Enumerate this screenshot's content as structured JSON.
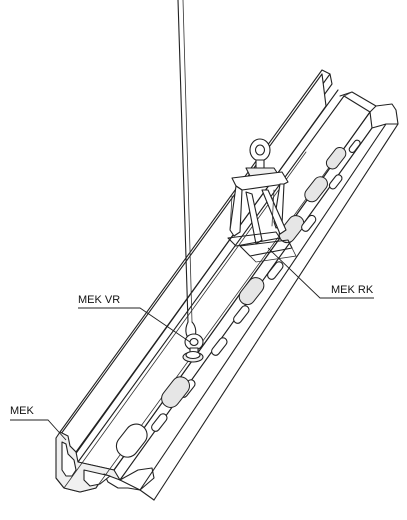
{
  "labels": {
    "mek_vr": "MEK VR",
    "mek_rk": "MEK RK",
    "mek": "MEK"
  }
}
